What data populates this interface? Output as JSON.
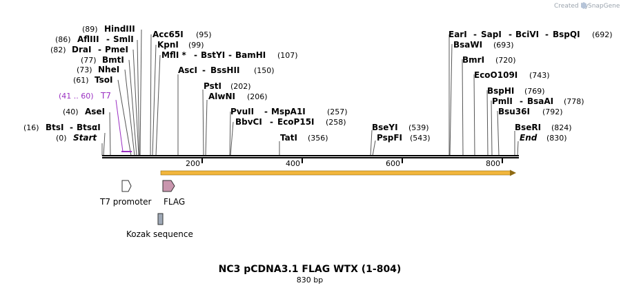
{
  "credit": "Created by",
  "brand": "SnapGene",
  "title": "NC3 pCDNA3.1 FLAG WTX (1-804)",
  "length_label": "830 bp",
  "colors": {
    "primer": "#9a2fc2",
    "orf_fill": "#f2b63c",
    "orf_stroke": "#8f6a12",
    "t7_fill": "#ffffff",
    "flag_fill": "#c996ae",
    "kozak_fill": "#9ea8b6"
  },
  "scale": {
    "ticks": [
      "200",
      "400",
      "600",
      "800"
    ]
  },
  "features": {
    "t7_promoter": "T7 promoter",
    "flag": "FLAG",
    "kozak": "Kozak sequence"
  },
  "labels": {
    "l0": {
      "pos": "(89)",
      "name": "HindIII"
    },
    "l1": {
      "pos": "(86)",
      "name": "AflIII",
      "name2": "SmlI"
    },
    "l2": {
      "pos": "(82)",
      "name": "DraI",
      "name2": "PmeI"
    },
    "l3": {
      "pos": "(77)",
      "name": "BmtI"
    },
    "l4": {
      "pos": "(73)",
      "name": "NheI"
    },
    "l5": {
      "pos": "(61)",
      "name": "TsoI"
    },
    "l6": {
      "pos": "(41 .. 60)",
      "name": "T7"
    },
    "l7": {
      "pos": "(40)",
      "name": "AseI"
    },
    "l8": {
      "pos": "(16)",
      "name": "BtsI",
      "name2": "BtsαI"
    },
    "l9": {
      "pos": "(0)",
      "name": "Start"
    },
    "l10": {
      "name": "Acc65I",
      "pos": "(95)"
    },
    "l11": {
      "name": "KpnI",
      "pos": "(99)"
    },
    "l12": {
      "name": "MflI *",
      "name2": "BstYI",
      "name3": "BamHI",
      "pos": "(107)"
    },
    "l13": {
      "name": "AscI",
      "name2": "BssHII",
      "pos": "(150)"
    },
    "l14": {
      "name": "PstI",
      "pos": "(202)"
    },
    "l15": {
      "name": "AlwNI",
      "pos": "(206)"
    },
    "l16": {
      "name": "PvuII",
      "name2": "MspA1I",
      "pos": "(257)"
    },
    "l17": {
      "name": "BbvCI",
      "name2": "EcoP15I",
      "pos": "(258)"
    },
    "l18": {
      "name": "TatI",
      "pos": "(356)"
    },
    "l19": {
      "name": "BseYI",
      "pos": "(539)"
    },
    "l20": {
      "name": "PspFI",
      "pos": "(543)"
    },
    "l21": {
      "name": "EarI",
      "name2": "SapI",
      "name3": "BciVI",
      "name4": "BspQI",
      "pos": "(692)"
    },
    "l22": {
      "name": "BsaWI",
      "pos": "(693)"
    },
    "l23": {
      "name": "BmrI",
      "pos": "(720)"
    },
    "l24": {
      "name": "EcoO109I",
      "pos": "(743)"
    },
    "l25": {
      "name": "BspHI",
      "pos": "(769)"
    },
    "l26": {
      "name": "PmlI",
      "name2": "BsaAI",
      "pos": "(778)"
    },
    "l27": {
      "name": "Bsu36I",
      "pos": "(792)"
    },
    "l28": {
      "name": "BseRI",
      "pos": "(824)"
    },
    "l29": {
      "name": "End",
      "pos": "(830)"
    }
  }
}
